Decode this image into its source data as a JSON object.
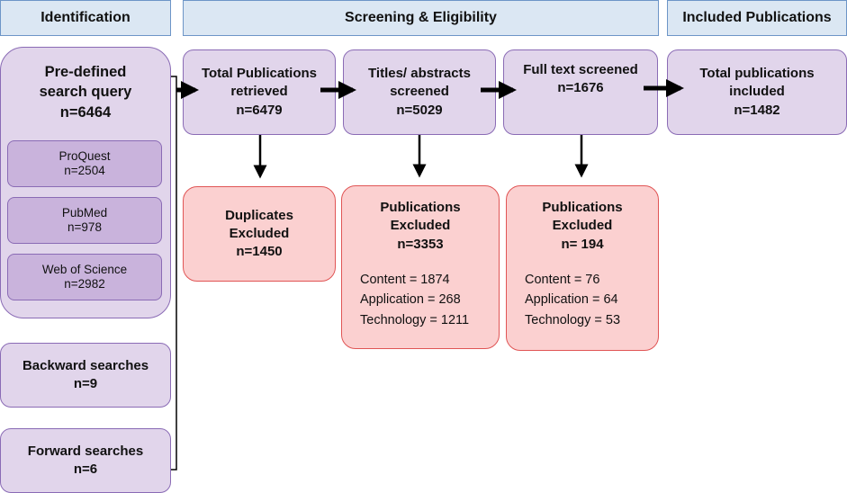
{
  "headers": {
    "identification": "Identification",
    "screening": "Screening & Eligibility",
    "included": "Included Publications"
  },
  "identification": {
    "query": {
      "line1": "Pre-defined",
      "line2": "search query",
      "count": "n=6464"
    },
    "sources": [
      {
        "name": "ProQuest",
        "count": "n=2504"
      },
      {
        "name": "PubMed",
        "count": "n=978"
      },
      {
        "name": "Web of Science",
        "count": "n=2982"
      }
    ],
    "backward": {
      "label": "Backward searches",
      "count": "n=9"
    },
    "forward": {
      "label": "Forward searches",
      "count": "n=6"
    }
  },
  "flow": {
    "retrieved": {
      "line1": "Total Publications",
      "line2": "retrieved",
      "count": "n=6479"
    },
    "titles": {
      "line1": "Titles/ abstracts",
      "line2": "screened",
      "count": "n=5029"
    },
    "fulltext": {
      "line1": "Full text screened",
      "count": "n=1676"
    },
    "included": {
      "line1": "Total publications",
      "line2": "included",
      "count": "n=1482"
    }
  },
  "exclusions": {
    "duplicates": {
      "line1": "Duplicates",
      "line2": "Excluded",
      "count": "n=1450"
    },
    "titles": {
      "line1": "Publications",
      "line2": "Excluded",
      "count": "n=3353",
      "reasons": [
        "Content = 1874",
        "Application = 268",
        "Technology = 1211"
      ]
    },
    "fulltext": {
      "line1": "Publications",
      "line2": "Excluded",
      "count": "n= 194",
      "reasons": [
        "Content = 76",
        "Application = 64",
        "Technology = 53"
      ]
    }
  },
  "colors": {
    "header_fill": "#dbe7f3",
    "header_border": "#6d95c7",
    "box_fill": "#e1d5eb",
    "box_border": "#8a6bb5",
    "sub_fill": "#c9b3dc",
    "excl_fill": "#fbd0d0",
    "excl_border": "#e05555",
    "arrow": "#000000"
  }
}
